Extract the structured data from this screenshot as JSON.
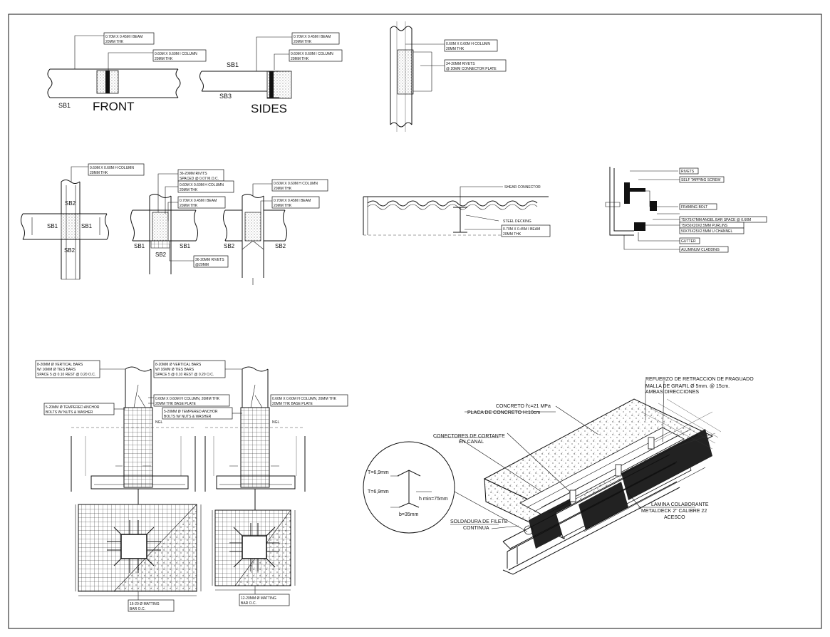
{
  "front_detail": {
    "beam_label": "0.70M X 0.45M I BEAM",
    "beam_thk": "20MM THK",
    "column_label": "0.60M X 0.60M I COLUMN",
    "column_thk": "20MM THK",
    "sb1": "SB1",
    "title": "FRONT"
  },
  "sides_detail": {
    "beam_label": "0.70M X 0.45M I BEAM",
    "beam_thk": "20MM THK",
    "column_label": "0.60M X 0.60M I COLUMN",
    "column_thk": "20MM THK",
    "sb1": "SB1",
    "sb3": "SB3",
    "title": "SIDES"
  },
  "column_splice": {
    "column_label": "0.60M X 0.60M H COLUMN",
    "column_thk": "20MM THK",
    "rivets": "34-20MM RIVETS",
    "plate": "@ 20MM CONNECTOR PLATE"
  },
  "cross_joint": {
    "column_label": "0.60M X 0.60M H COLUMN",
    "column_thk": "20MM THK",
    "sb2_top": "SB2",
    "sb1_left": "SB1",
    "sb1_right": "SB1",
    "sb2_bottom": "SB2"
  },
  "beam_column_joint_a": {
    "rivets": "36-20MM RIVITS",
    "rivets_spacing": "SPACED @ 0.07 M.O.C.",
    "column_label": "0.60M X 0.60M H COLUMN",
    "column_thk": "20MM THK",
    "beam_label": "0.70M X 0.45M I BEAM",
    "beam_thk": "20MM THK",
    "sb1_left": "SB1",
    "sb2": "SB2",
    "sb1_right": "SB1",
    "bottom_rivets": "36-20MM RIVETS",
    "bottom_rivets_2": "@20MM"
  },
  "beam_column_joint_b": {
    "column_label": "0.60M X 0.60M H COLUMN",
    "column_thk": "20MM THK",
    "beam_label": "0.70M X 0.45M I BEAM",
    "beam_thk": "20MM THK",
    "sb2_left": "SB2",
    "sb2_right": "SB2"
  },
  "deck_section": {
    "shear_connector": "SHEAR CONNECTOR",
    "steel_decking": "STEEL DECKING",
    "beam_label": "0.70M X 0.45M I BEAM",
    "beam_thk": "20MM THK"
  },
  "cladding_detail": {
    "labels": [
      "RIVETS",
      "SELF TAPPING SCREW",
      "FRAMING BOLT",
      "75X75X7MM ANGEL BAR SPACE @ 0.60M",
      "75X50X20X2.5MM PURLINS",
      "50X75X25X2.5MM U CHANNEL",
      "GUTTER",
      "ALUMINUM CLADDING"
    ]
  },
  "footing_a": {
    "vertical_bars": "8-20MM Ø VERTICAL BARS",
    "ties": "W/ 16MM Ø TIES BARS",
    "spacing": "SPACE 5 @ 0.10 REST @ 0.20 O.C.",
    "anchor": "5-20MM Ø TEMPERED ANCHOR",
    "anchor_2": "BOLTS W/ NUTS & WASHER",
    "matting": "16-20 Ø MATTING",
    "matting_2": "BAR O.C.",
    "ngl": "NGL"
  },
  "footing_b": {
    "vertical_bars": "8-20MM Ø VERTICAL BARS",
    "ties": "W/ 16MM Ø TIES BARS",
    "spacing": "SPACE 5 @ 0.10 REST @ 0.20 O.C.",
    "column_label": "0.60M X 0.60M H COLUMN, 20MM THK",
    "base_plate": "20MM THK BASE PLATE",
    "anchor": "5-20MM Ø TEMPERED ANCHOR",
    "anchor_2": "BOLTS W/ NUTS & WASHER",
    "matting": "12-20MM Ø MATTING",
    "matting_2": "BAR O.C.",
    "ngl": "NGL"
  },
  "footing_mid": {
    "column_label": "0.60M X 0.60M H COLUMN, 20MM THK",
    "base_plate": "20MM THK BASE PLATE"
  },
  "composite_slab": {
    "refuerzo": "REFUERZO DE RETRACCION DE FRAGUADO",
    "malla": "MALLA DE GRAFIL Ø 5mm. @ 15cm.",
    "ambas": "AMBAS DIRECCIONES",
    "concreto": "CONCRETO f'c=21 MPa",
    "placa": "PLACA DE CONCRETO H:10cm",
    "conectores": "CONECTORES DE CORTANTE",
    "canal": "EN CANAL",
    "t1": "T=6,9mm",
    "t2": "T=6,9mm",
    "hmin": "h min=75mm",
    "b": "b=35mm",
    "soldadura": "SOLDADURA DE FILETE",
    "continua": "CONTINUA",
    "lamina": "LAMINA COLABORANTE",
    "metaldeck": "METALDECK 2\" CALIBRE 22",
    "acesco": "ACESCO"
  }
}
